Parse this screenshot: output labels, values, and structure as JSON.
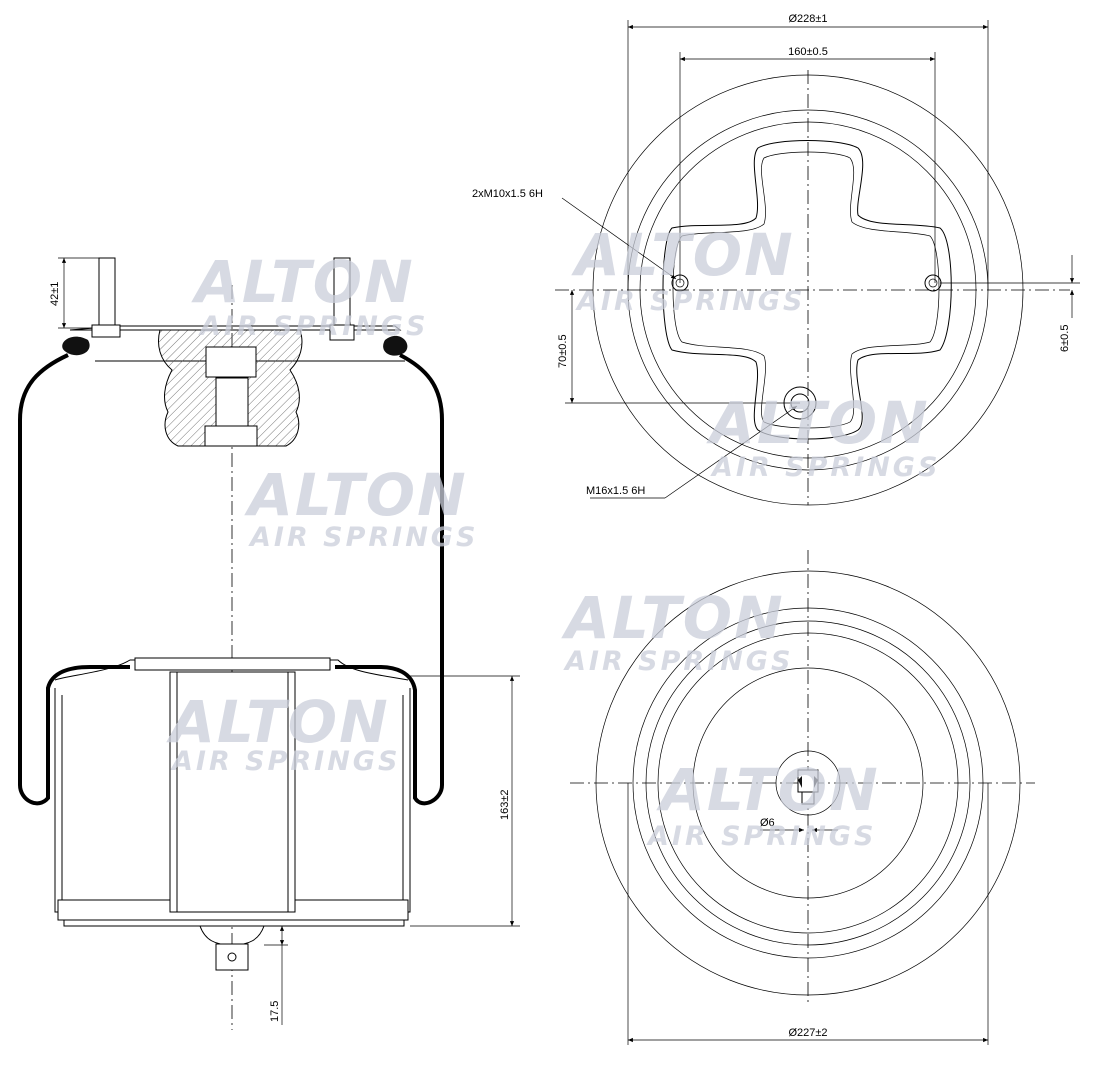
{
  "watermark": {
    "brand": "ALTON",
    "tagline": "AIR SPRINGS",
    "accent_color": "#c9ceda"
  },
  "dimensions": {
    "stud_height": "42±1",
    "lower_height": "163±2",
    "pin_offset": "17.5",
    "top_outer_diameter": "Ø228±1",
    "bolt_spacing": "160±0.5",
    "thread_small": "2xM10x1.5 6H",
    "thread_center": "M16x1.5 6H",
    "center_offset": "70±0.5",
    "side_offset": "6±0.5",
    "bottom_diameter": "Ø227±2",
    "pin_diameter": "Ø6"
  }
}
